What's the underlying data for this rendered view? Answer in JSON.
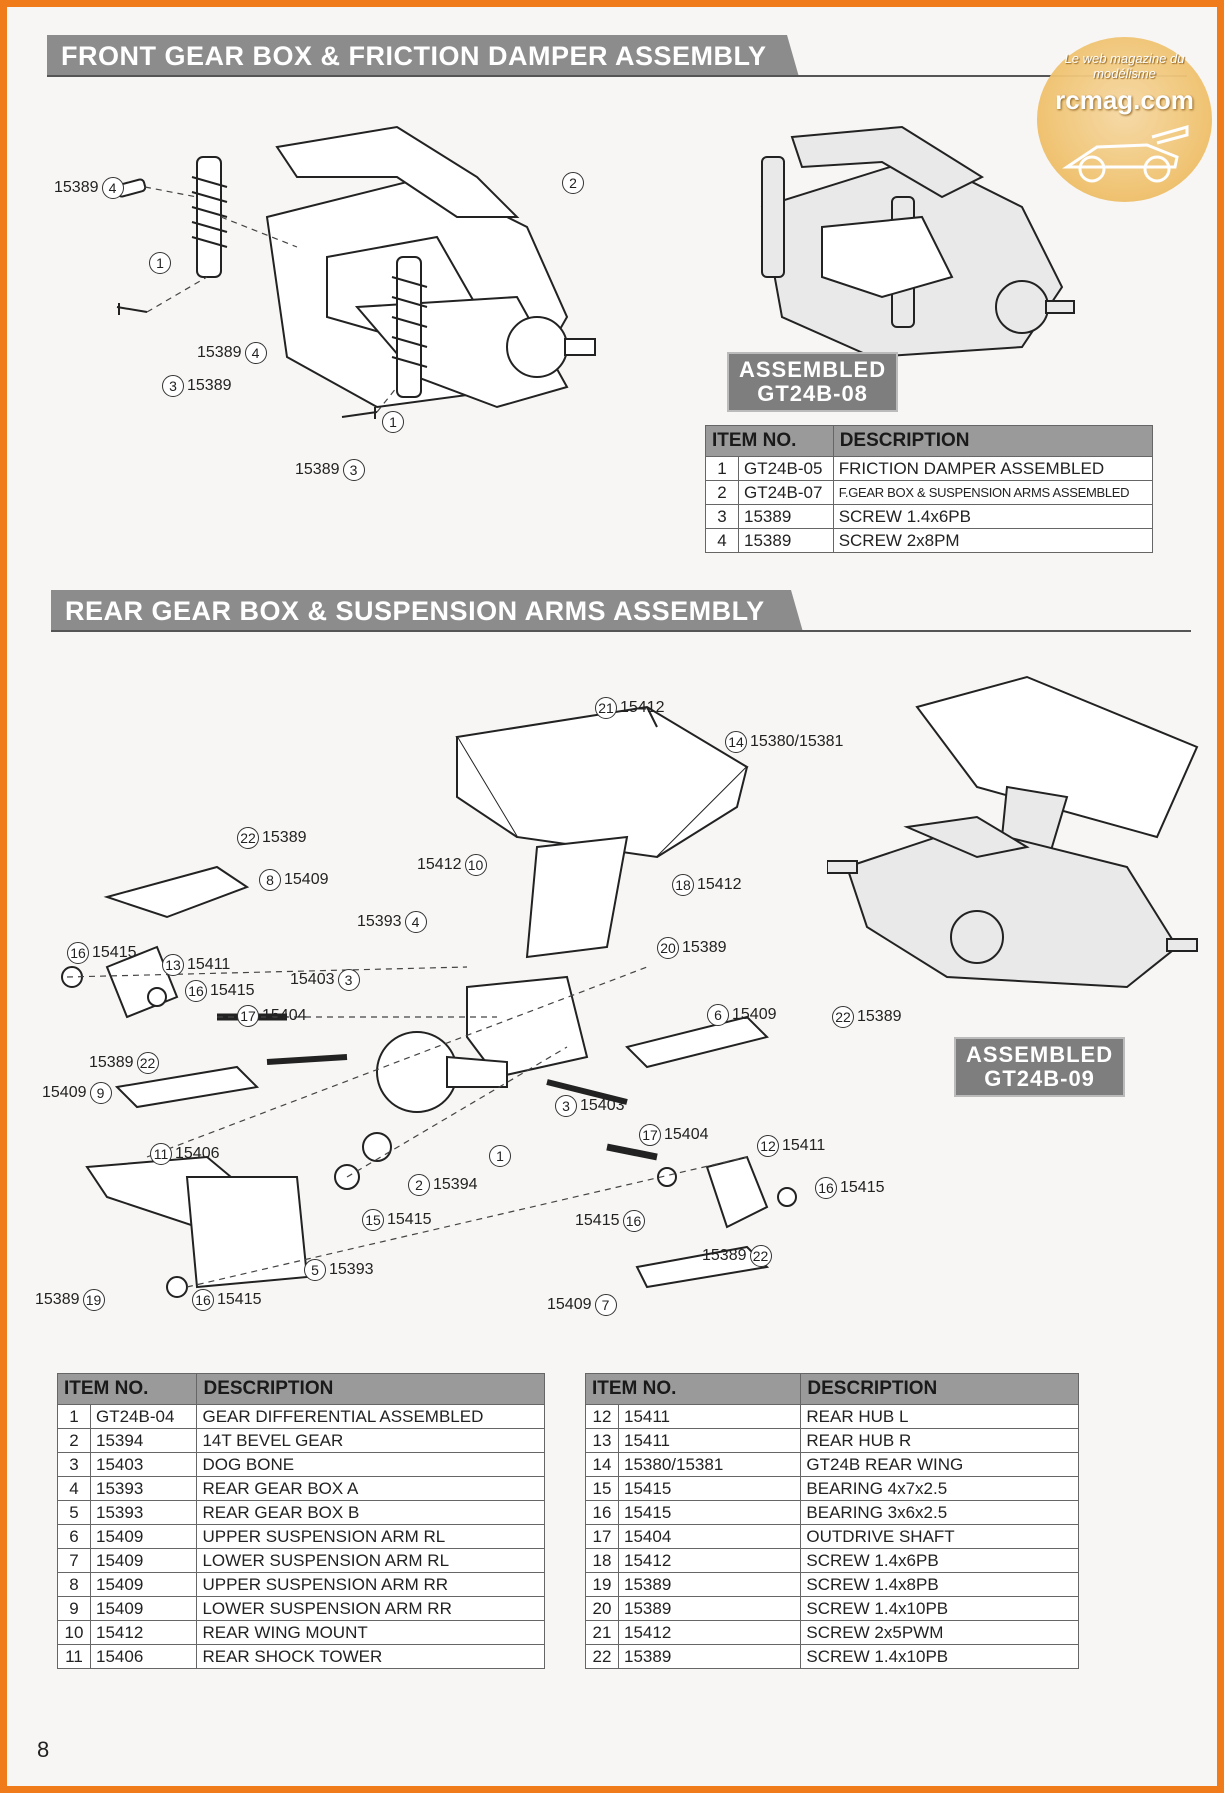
{
  "sections": {
    "front_title": "FRONT GEAR BOX & FRICTION DAMPER ASSEMBLY",
    "rear_title": "REAR GEAR BOX & SUSPENSION ARMS ASSEMBLY"
  },
  "front_assembled": {
    "line1": "ASSEMBLED",
    "line2": "GT24B-08"
  },
  "rear_assembled": {
    "line1": "ASSEMBLED",
    "line2": "GT24B-09"
  },
  "logo": {
    "ring_text": "Le web magazine du modélisme",
    "main_text": "rcmag.com"
  },
  "table_headers": {
    "item": "ITEM NO.",
    "desc": "DESCRIPTION"
  },
  "front_table": [
    {
      "n": "1",
      "part": "GT24B-05",
      "desc": "FRICTION DAMPER ASSEMBLED"
    },
    {
      "n": "2",
      "part": "GT24B-07",
      "desc": "F.GEAR BOX & SUSPENSION ARMS ASSEMBLED"
    },
    {
      "n": "3",
      "part": "15389",
      "desc": "SCREW 1.4x6PB"
    },
    {
      "n": "4",
      "part": "15389",
      "desc": "SCREW 2x8PM"
    }
  ],
  "rear_table_left": [
    {
      "n": "1",
      "part": "GT24B-04",
      "desc": "GEAR DIFFERENTIAL ASSEMBLED"
    },
    {
      "n": "2",
      "part": "15394",
      "desc": "14T BEVEL GEAR"
    },
    {
      "n": "3",
      "part": "15403",
      "desc": "DOG BONE"
    },
    {
      "n": "4",
      "part": "15393",
      "desc": "REAR GEAR BOX A"
    },
    {
      "n": "5",
      "part": "15393",
      "desc": "REAR GEAR BOX B"
    },
    {
      "n": "6",
      "part": "15409",
      "desc": "UPPER SUSPENSION ARM RL"
    },
    {
      "n": "7",
      "part": "15409",
      "desc": "LOWER SUSPENSION ARM RL"
    },
    {
      "n": "8",
      "part": "15409",
      "desc": "UPPER SUSPENSION ARM RR"
    },
    {
      "n": "9",
      "part": "15409",
      "desc": "LOWER SUSPENSION ARM RR"
    },
    {
      "n": "10",
      "part": "15412",
      "desc": "REAR WING MOUNT"
    },
    {
      "n": "11",
      "part": "15406",
      "desc": "REAR SHOCK TOWER"
    }
  ],
  "rear_table_right": [
    {
      "n": "12",
      "part": "15411",
      "desc": "REAR HUB L"
    },
    {
      "n": "13",
      "part": "15411",
      "desc": "REAR HUB R"
    },
    {
      "n": "14",
      "part": "15380/15381",
      "desc": "GT24B REAR WING"
    },
    {
      "n": "15",
      "part": "15415",
      "desc": "BEARING 4x7x2.5"
    },
    {
      "n": "16",
      "part": "15415",
      "desc": "BEARING 3x6x2.5"
    },
    {
      "n": "17",
      "part": "15404",
      "desc": "OUTDRIVE SHAFT"
    },
    {
      "n": "18",
      "part": "15412",
      "desc": "SCREW 1.4x6PB"
    },
    {
      "n": "19",
      "part": "15389",
      "desc": "SCREW 1.4x8PB"
    },
    {
      "n": "20",
      "part": "15389",
      "desc": "SCREW 1.4x10PB"
    },
    {
      "n": "21",
      "part": "15412",
      "desc": "SCREW 2x5PWM"
    },
    {
      "n": "22",
      "part": "15389",
      "desc": "SCREW 1.4x10PB"
    }
  ],
  "front_callouts": [
    {
      "num": "4",
      "code": "15389"
    },
    {
      "num": "2",
      "code": ""
    },
    {
      "num": "1",
      "code": ""
    },
    {
      "num": "4",
      "code": "15389"
    },
    {
      "num": "3",
      "code": "15389"
    },
    {
      "num": "1",
      "code": ""
    },
    {
      "num": "3",
      "code": "15389"
    }
  ],
  "rear_callouts": [
    {
      "num": "21",
      "code": "15412"
    },
    {
      "num": "14",
      "code": "15380/15381"
    },
    {
      "num": "22",
      "code": "15389"
    },
    {
      "num": "8",
      "code": "15409"
    },
    {
      "num": "10",
      "code": "15412"
    },
    {
      "num": "18",
      "code": "15412"
    },
    {
      "num": "4",
      "code": "15393"
    },
    {
      "num": "20",
      "code": "15389"
    },
    {
      "num": "16",
      "code": "15415"
    },
    {
      "num": "13",
      "code": "15411"
    },
    {
      "num": "16",
      "code": "15415"
    },
    {
      "num": "3",
      "code": "15403"
    },
    {
      "num": "17",
      "code": "15404"
    },
    {
      "num": "6",
      "code": "15409"
    },
    {
      "num": "22",
      "code": "15389"
    },
    {
      "num": "22",
      "code": "15389"
    },
    {
      "num": "9",
      "code": "15409"
    },
    {
      "num": "3",
      "code": "15403"
    },
    {
      "num": "1",
      "code": ""
    },
    {
      "num": "17",
      "code": "15404"
    },
    {
      "num": "12",
      "code": "15411"
    },
    {
      "num": "11",
      "code": "15406"
    },
    {
      "num": "2",
      "code": "15394"
    },
    {
      "num": "16",
      "code": "15415"
    },
    {
      "num": "15",
      "code": "15415"
    },
    {
      "num": "16",
      "code": "15415"
    },
    {
      "num": "22",
      "code": "15389"
    },
    {
      "num": "5",
      "code": "15393"
    },
    {
      "num": "19",
      "code": "15389"
    },
    {
      "num": "16",
      "code": "15415"
    },
    {
      "num": "7",
      "code": "15409"
    }
  ],
  "page_number": "8"
}
